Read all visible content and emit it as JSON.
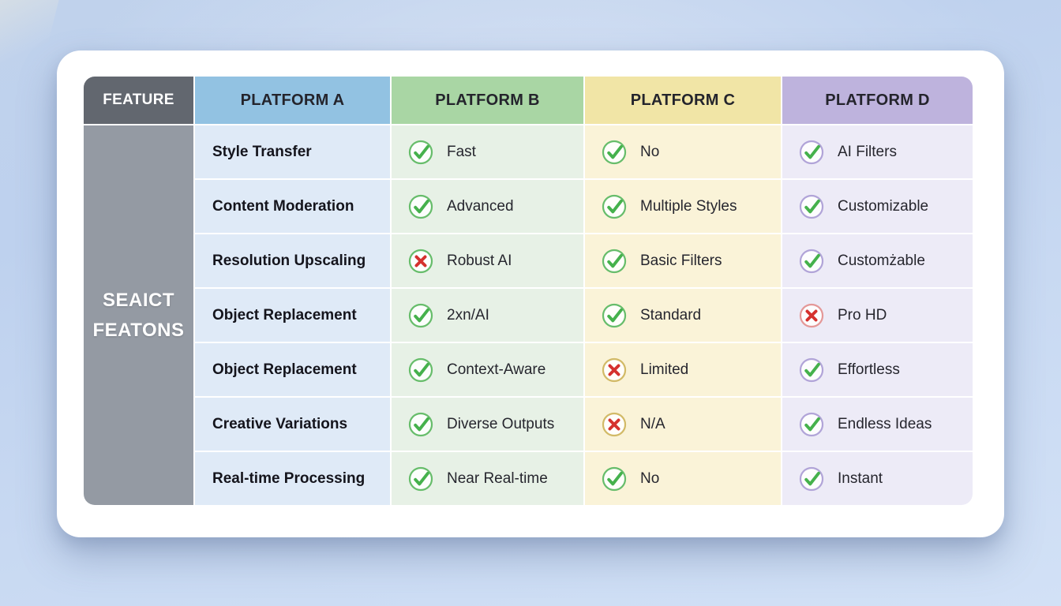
{
  "table": {
    "columns": [
      {
        "key": "feature",
        "label": "FEATURE"
      },
      {
        "key": "a",
        "label": "PLATFORM A"
      },
      {
        "key": "b",
        "label": "PLATFORM B"
      },
      {
        "key": "c",
        "label": "PLATFORM C"
      },
      {
        "key": "d",
        "label": "PLATFORM D"
      }
    ],
    "sidebar_lines": [
      "SEAICT",
      "FEATONS"
    ],
    "rows": [
      {
        "feature": "Style Transfer",
        "cells": [
          {
            "col": "b",
            "mark": "check",
            "circle": "circle_green",
            "text": "Fast"
          },
          {
            "col": "c",
            "mark": "check",
            "circle": "circle_green",
            "text": "No"
          },
          {
            "col": "d",
            "mark": "check",
            "circle": "circle_purple",
            "text": "AI Filters"
          }
        ]
      },
      {
        "feature": "Content Moderation",
        "cells": [
          {
            "col": "b",
            "mark": "check",
            "circle": "circle_green",
            "text": "Advanced"
          },
          {
            "col": "c",
            "mark": "check",
            "circle": "circle_green",
            "text": "Multiple Styles"
          },
          {
            "col": "d",
            "mark": "check",
            "circle": "circle_purple",
            "text": "Customizable"
          }
        ]
      },
      {
        "feature": "Resolution Upscaling",
        "cells": [
          {
            "col": "b",
            "mark": "cross",
            "circle": "circle_green",
            "text": "Robust AI"
          },
          {
            "col": "c",
            "mark": "check",
            "circle": "circle_green",
            "text": "Basic Filters"
          },
          {
            "col": "d",
            "mark": "check",
            "circle": "circle_purple",
            "text": "Customżable"
          }
        ]
      },
      {
        "feature": "Object Replacement",
        "cells": [
          {
            "col": "b",
            "mark": "check",
            "circle": "circle_green",
            "text": "2xn/AI"
          },
          {
            "col": "c",
            "mark": "check",
            "circle": "circle_green",
            "text": "Standard"
          },
          {
            "col": "d",
            "mark": "cross",
            "circle": "circle_red",
            "text": "Pro HD"
          }
        ]
      },
      {
        "feature": "Object Replacement",
        "cells": [
          {
            "col": "b",
            "mark": "check",
            "circle": "circle_green",
            "text": "Context-Aware"
          },
          {
            "col": "c",
            "mark": "cross",
            "circle": "circle_gold",
            "text": "Limited"
          },
          {
            "col": "d",
            "mark": "check",
            "circle": "circle_purple",
            "text": "Effortless"
          }
        ]
      },
      {
        "feature": "Creative Variations",
        "cells": [
          {
            "col": "b",
            "mark": "check",
            "circle": "circle_green",
            "text": "Diverse Outputs"
          },
          {
            "col": "c",
            "mark": "cross",
            "circle": "circle_gold",
            "text": "N/A"
          },
          {
            "col": "d",
            "mark": "check",
            "circle": "circle_purple",
            "text": "Endless Ideas"
          }
        ]
      },
      {
        "feature": "Real-time Processing",
        "cells": [
          {
            "col": "b",
            "mark": "check",
            "circle": "circle_green",
            "text": "Near Real-time"
          },
          {
            "col": "c",
            "mark": "check",
            "circle": "circle_green",
            "text": "No"
          },
          {
            "col": "d",
            "mark": "check",
            "circle": "circle_purple",
            "text": "Instant"
          }
        ]
      }
    ]
  },
  "colors": {
    "header_feature_bg": "#62676f",
    "header_a_bg": "#92c2e2",
    "header_b_bg": "#a9d6a4",
    "header_c_bg": "#f1e5a6",
    "header_d_bg": "#beb3dd",
    "sidebar_bg": "#949aa3",
    "cell_a_bg": "#dfeaf7",
    "cell_b_bg": "#e7f1e6",
    "cell_c_bg": "#faf3d8",
    "cell_d_bg": "#edebf7",
    "check": "#45b14c",
    "cross": "#d5312e",
    "circle_green": "#67bd6b",
    "circle_gold": "#d2ba67",
    "circle_purple": "#b1a4d8",
    "circle_red": "#e49898"
  }
}
